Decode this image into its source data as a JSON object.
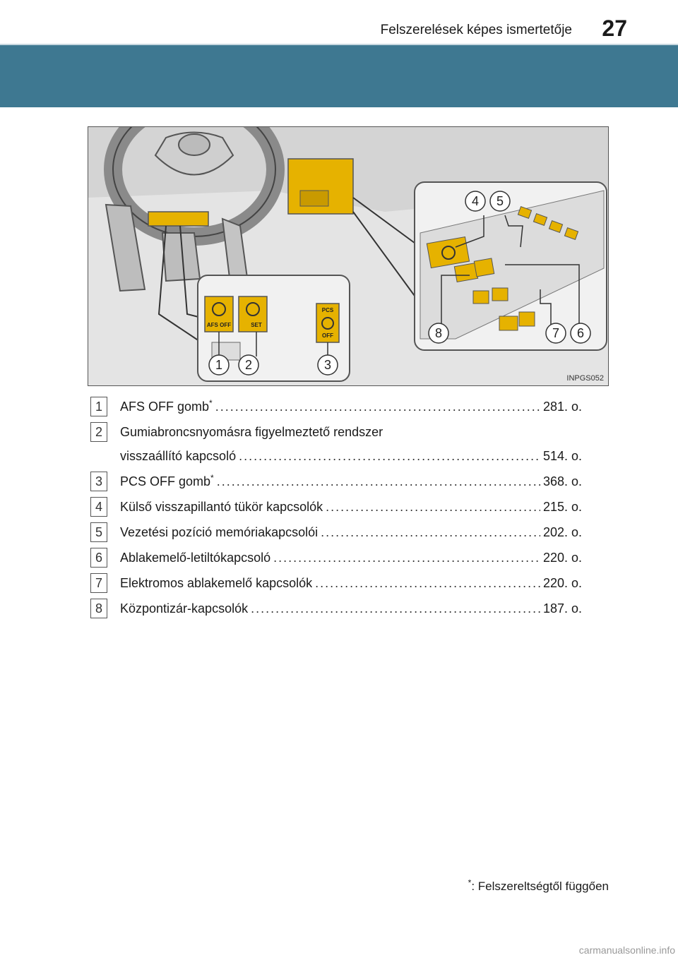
{
  "header": {
    "title": "Felszerelések képes ismertetője",
    "page_number": "27"
  },
  "figure": {
    "code": "INPGS052",
    "callouts": [
      "1",
      "2",
      "3",
      "4",
      "5",
      "6",
      "7",
      "8"
    ],
    "button_labels": {
      "afs_off": "AFS OFF",
      "set": "SET",
      "pcs": "PCS",
      "off": "OFF"
    },
    "highlight_color": "#e6b200"
  },
  "items": [
    {
      "num": "1",
      "label": "AFS OFF gomb",
      "star": "*",
      "ref": "281. o."
    },
    {
      "num": "2",
      "label_line1": "Gumiabroncsnyomásra figyelmeztető rendszer",
      "label": "visszaállító kapcsoló",
      "ref": "514. o."
    },
    {
      "num": "3",
      "label": "PCS OFF gomb",
      "star": "*",
      "ref": "368. o."
    },
    {
      "num": "4",
      "label": "Külső visszapillantó tükör kapcsolók",
      "ref": "215. o."
    },
    {
      "num": "5",
      "label": "Vezetési pozíció memóriakapcsolói",
      "ref": "202. o."
    },
    {
      "num": "6",
      "label": "Ablakemelő-letiltókapcsoló",
      "ref": "220. o."
    },
    {
      "num": "7",
      "label": "Elektromos ablakemelő kapcsolók",
      "ref": "220. o."
    },
    {
      "num": "8",
      "label": "Központizár-kapcsolók",
      "ref": "187. o."
    }
  ],
  "footnote": {
    "star": "*",
    "text": ": Felszereltségtől függően"
  },
  "watermark": "carmanualsonline.info"
}
